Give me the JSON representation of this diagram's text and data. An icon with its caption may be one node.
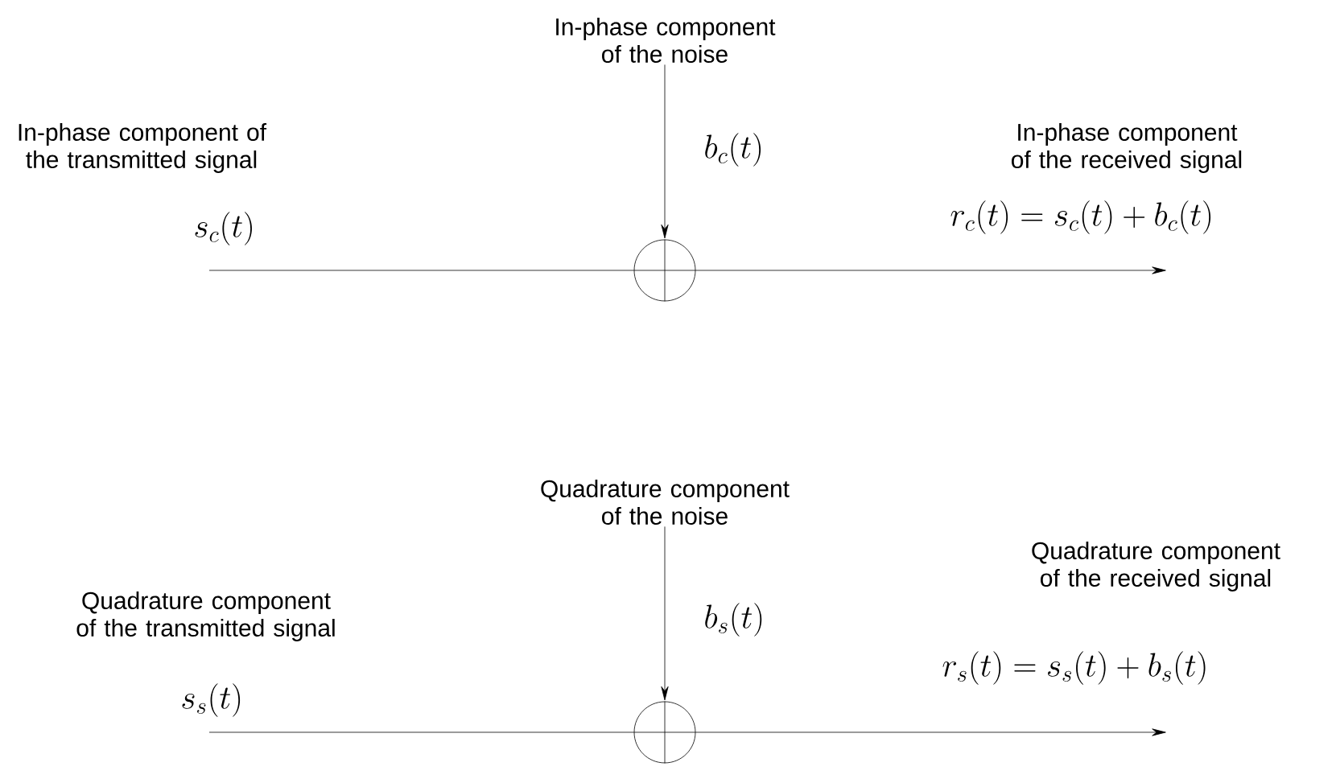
{
  "diagram": {
    "nodes": [
      {
        "text": [
          "In-phase component of the noise",
          "b_c(t)"
        ]
      },
      {
        "text": [],
        "shape": "circle"
      },
      {
        "text": [
          "Quadrature component of the noise",
          "b_s(t)"
        ]
      },
      {
        "text": [],
        "shape": "circle"
      }
    ],
    "edges": [
      {
        "from": null,
        "to": 1,
        "arrow": "none"
      },
      {
        "from": 1,
        "to": null,
        "arrow": "to"
      },
      {
        "from": 0,
        "to": 1,
        "arrow": "to"
      },
      {
        "from": null,
        "to": 3,
        "arrow": "none"
      },
      {
        "from": 3,
        "to": null,
        "arrow": "to"
      },
      {
        "from": 2,
        "to": 3,
        "arrow": "to"
      }
    ],
    "labels": [
      "In-phase component of the transmitted signal",
      "s_c(t)",
      "In-phase component of the received signal",
      "r_c(t) = s_c(t) + b_c(t)",
      "Quadrature component of the transmitted signal",
      "s_s(t)",
      "Quadrature component of the received signal",
      "r_s(t) = s_s(t) + b_s(t)"
    ]
  }
}
